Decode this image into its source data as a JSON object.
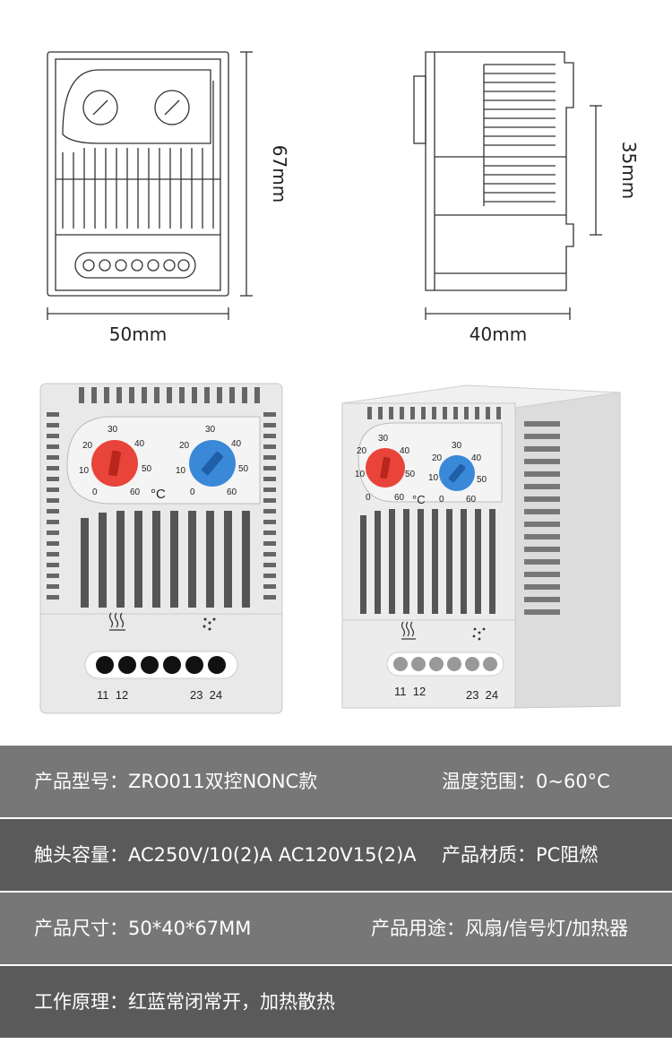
{
  "drawing": {
    "front_height": "67mm",
    "front_width": "50mm",
    "side_height": "35mm",
    "side_width": "40mm"
  },
  "photo": {
    "dial_scale": [
      "0",
      "10",
      "20",
      "30",
      "40",
      "50",
      "60"
    ],
    "unit": "°C",
    "terminals_left": "11  12",
    "terminals_right": "23  24"
  },
  "specs": {
    "model": "产品型号：ZRO011双控NONC款",
    "temp_range": "温度范围：0~60°C",
    "contact_capacity": "触头容量：AC250V/10(2)A  AC120V15(2)A",
    "material": "产品材质：PC阻燃",
    "dimensions": "产品尺寸：50*40*67MM",
    "usage": "产品用途：风扇/信号灯/加热器",
    "principle": "工作原理：红蓝常闭常开，加热散热"
  },
  "colors": {
    "knob_red": "#e8443a",
    "knob_blue": "#3a88d8",
    "row_light": "#777777",
    "row_dark": "#5a5a5a"
  }
}
